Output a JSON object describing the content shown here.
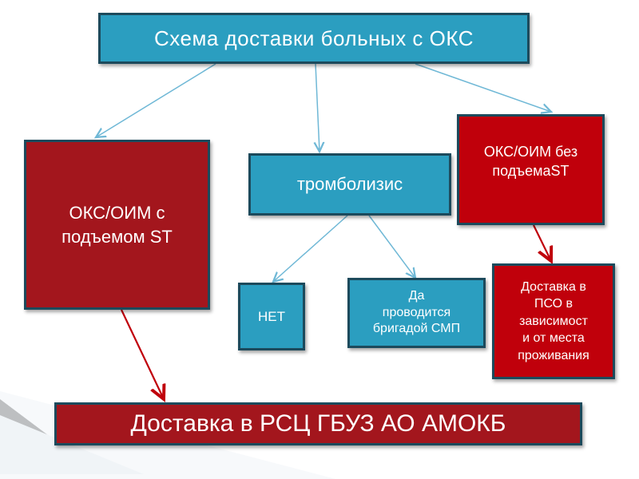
{
  "diagram": {
    "title": "Схема доставки больных с ОКС",
    "stemi": "ОКС/ОИМ с\nподъемом ST",
    "thrombolysis": "тромболизис",
    "nstemi": "ОКС/ОИМ без\nподъемаST",
    "no": "НЕТ",
    "yes": "Да\nпроводится\nбригадой СМП",
    "delivery_pso": "Доставка в\nПСО в\nзависимост\nи от места\nпроживания",
    "delivery_rsc": "Доставка в РСЦ ГБУЗ АО АМОКБ"
  },
  "colors": {
    "blue_box": "#2b9ec0",
    "dark_red_box": "#a3161d",
    "red_box": "#c0000b",
    "border": "#1c4a5c",
    "blue_arrow": "#6fb8d6",
    "red_arrow": "#c0000b"
  }
}
